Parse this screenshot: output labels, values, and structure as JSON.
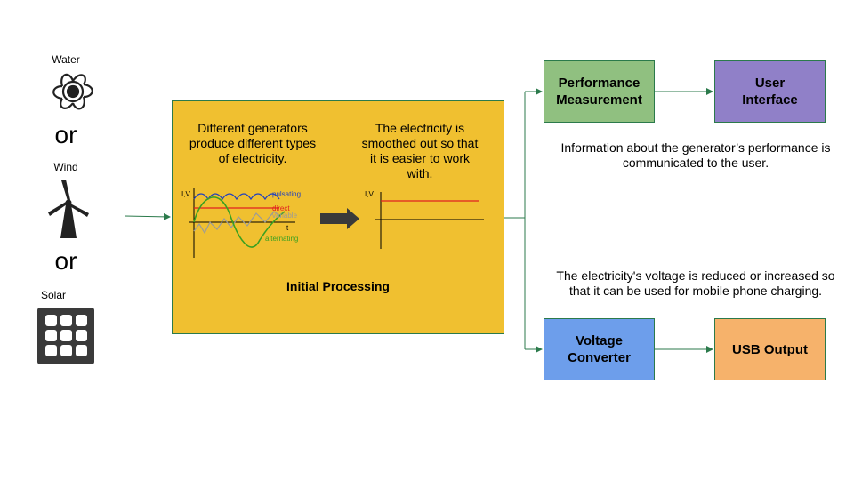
{
  "sources": {
    "water": "Water",
    "or1": "or",
    "wind": "Wind",
    "or2": "or",
    "solar": "Solar"
  },
  "processing": {
    "left_text": "Different generators produce different types of electricity.",
    "right_text": "The electricity is smoothed out so that it is easier to work with.",
    "title": "Initial Processing",
    "left_chart": {
      "y_axis": "I,V",
      "x_axis": "t",
      "series": [
        "pulsating",
        "direct",
        "variable",
        "alternating"
      ]
    },
    "right_chart": {
      "y_axis": "I,V"
    }
  },
  "blocks": {
    "performance": "Performance Measurement",
    "user_interface": "User Interface",
    "voltage": "Voltage Converter",
    "usb": "USB Output"
  },
  "notes": {
    "performance_note": "Information about the generator’s performance is communicated to the user.",
    "voltage_note": "The electricity's voltage is reduced or increased so that it can be used for mobile phone charging."
  },
  "colors": {
    "processing": "#f0c030",
    "performance": "#90c080",
    "user_interface": "#9080c8",
    "voltage": "#6d9eeb",
    "usb": "#f6b26b",
    "connector": "#2b7a4b",
    "pulsating": "#1f3fbf",
    "direct": "#e02020",
    "variable": "#9a9a9a",
    "alternating": "#3aa020"
  },
  "icons": [
    "water-turbine-icon",
    "wind-turbine-icon",
    "solar-panel-icon",
    "arrow-right-icon"
  ]
}
